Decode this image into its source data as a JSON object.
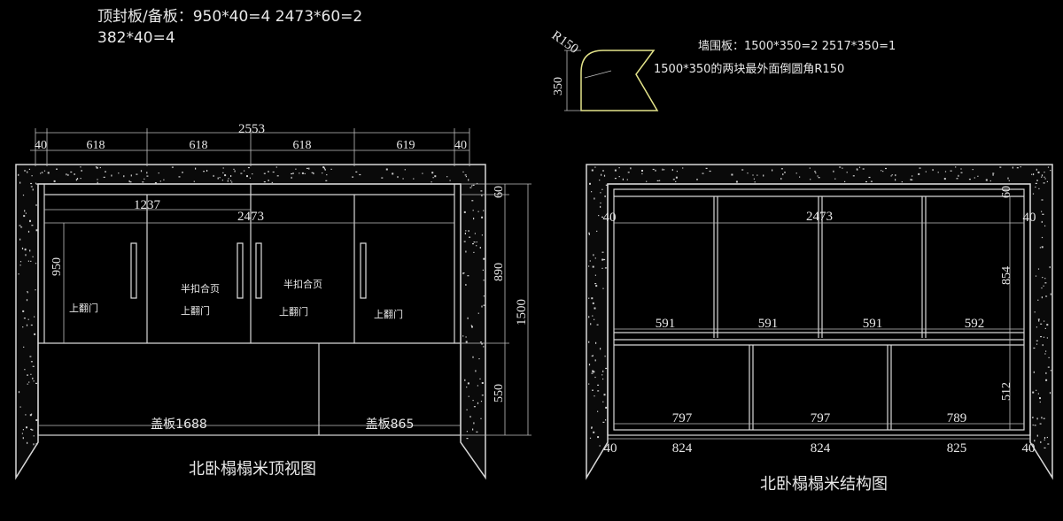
{
  "notes": {
    "top_line1": "顶封板/备板：950*40=4  2473*60=2",
    "top_line2": "382*40=4",
    "wall_board": "墙围板：1500*350=2   2517*350=1",
    "wall_note": "1500*350的两块最外面倒圆角R150"
  },
  "detail": {
    "radius": "R150",
    "height": "350"
  },
  "left_view": {
    "title": "北卧榻榻米顶视图",
    "top_dims": [
      "40",
      "618",
      "618",
      "618",
      "619",
      "40"
    ],
    "total": "2553",
    "inner_1237": "1237",
    "inner_2473": "2473",
    "v950": "950",
    "v60": "60",
    "v890": "890",
    "v1500": "1500",
    "v550": "550",
    "doors": [
      "上翻门",
      "上翻门",
      "上翻门",
      "上翻门"
    ],
    "hinges": [
      "半扣合页",
      "半扣合页"
    ],
    "covers": [
      "盖板1688",
      "盖板865"
    ]
  },
  "right_view": {
    "title": "北卧榻榻米结构图",
    "width_2473": "2473",
    "v60": "60",
    "left40": "40",
    "right40": "40",
    "v854": "854",
    "v512": "512",
    "row1": [
      "591",
      "591",
      "591",
      "592"
    ],
    "row2": [
      "797",
      "797",
      "789"
    ],
    "bottom": [
      "40",
      "824",
      "824",
      "825",
      "40"
    ]
  }
}
